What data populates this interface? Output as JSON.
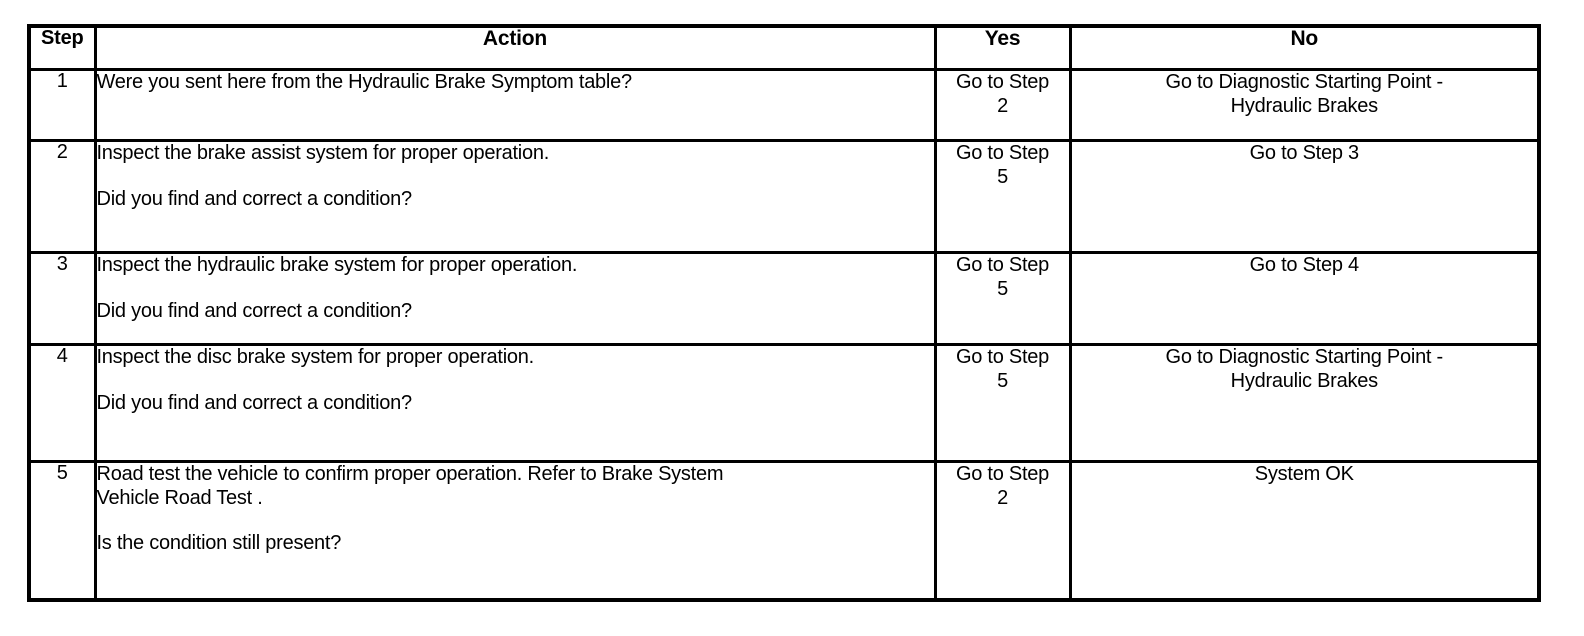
{
  "table": {
    "columns": [
      {
        "key": "step",
        "label": "Step"
      },
      {
        "key": "action",
        "label": "Action"
      },
      {
        "key": "yes",
        "label": "Yes"
      },
      {
        "key": "no",
        "label": "No"
      }
    ],
    "rows": [
      {
        "step": "1",
        "action_line1": "Were you sent here from the Hydraulic Brake Symptom table?",
        "action_line2": "",
        "action_line3": "",
        "yes_line1": "Go to Step",
        "yes_line2": "2",
        "no_line1": "Go to Diagnostic Starting Point -",
        "no_line2": "Hydraulic Brakes"
      },
      {
        "step": "2",
        "action_line1": "Inspect the brake assist system for proper operation.",
        "action_line2": "",
        "action_line3": "Did you find and correct a condition?",
        "yes_line1": "Go to Step",
        "yes_line2": "5",
        "no_line1": "Go to Step 3",
        "no_line2": ""
      },
      {
        "step": "3",
        "action_line1": "Inspect the hydraulic brake system for proper operation.",
        "action_line2": "",
        "action_line3": "Did you find and correct a condition?",
        "yes_line1": "Go to Step",
        "yes_line2": "5",
        "no_line1": "Go to Step 4",
        "no_line2": ""
      },
      {
        "step": "4",
        "action_line1": "Inspect the disc brake system for proper operation.",
        "action_line2": "",
        "action_line3": "Did you find and correct a condition?",
        "yes_line1": "Go to Step",
        "yes_line2": "5",
        "no_line1": "Go to Diagnostic Starting Point -",
        "no_line2": "Hydraulic Brakes"
      },
      {
        "step": "5",
        "action_line1": "Road test the vehicle to confirm proper operation. Refer to Brake System",
        "action_line2": "Vehicle Road Test .",
        "action_line3": "Is the condition still present?",
        "yes_line1": "Go to Step",
        "yes_line2": "2",
        "no_line1": "System OK",
        "no_line2": ""
      }
    ]
  },
  "colors": {
    "border": "#000000",
    "text": "#000000",
    "background": "#ffffff"
  }
}
